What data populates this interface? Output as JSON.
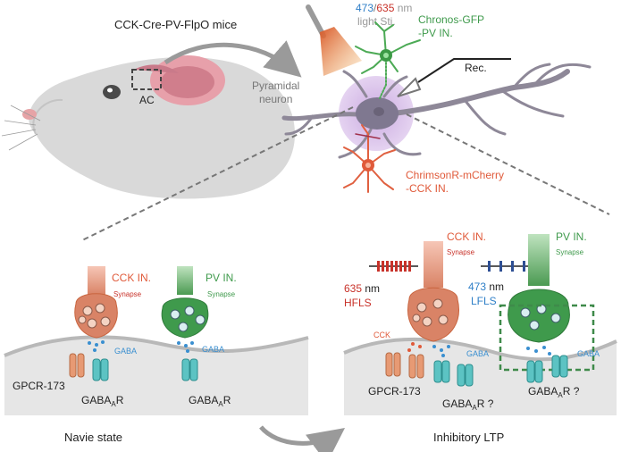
{
  "mouse": {
    "title": "CCK-Cre-PV-FlpO mice",
    "region": "AC"
  },
  "light": {
    "wl_blue": "473",
    "slash": "/",
    "wl_red": "635",
    "unit": " nm",
    "line2": "light Sti."
  },
  "neurons": {
    "pv_line1": "Chronos-GFP",
    "pv_line2": "-PV IN.",
    "pyr_line1": "Pyramidal",
    "pyr_line2": "neuron",
    "rec": "Rec.",
    "cck_line1": "ChrimsonR-mCherry",
    "cck_line2": "-CCK IN."
  },
  "naive": {
    "cck": "CCK IN.",
    "cck_syn": "Synapse",
    "pv": "PV IN.",
    "pv_syn": "Synapse",
    "gaba1": "GABA",
    "gaba2": "GABA",
    "gpcr": "GPCR-173",
    "gabaar1_main": "GABA",
    "gabaar1_sub": "A",
    "gabaar1_end": "R",
    "gabaar2_main": "GABA",
    "gabaar2_sub": "A",
    "gabaar2_end": "R",
    "caption": "Navie state"
  },
  "ltp": {
    "cck": "CCK IN.",
    "cck_syn": "Synapse",
    "pv": "PV IN.",
    "pv_syn": "Synapse",
    "red_wl": "635",
    "red_unit": " nm",
    "red_mode": "HFLS",
    "blue_wl": "473",
    "blue_unit": " nm",
    "blue_mode": "LFLS",
    "cck_label": "CCK",
    "gaba1": "GABA",
    "gaba2": "GABA",
    "gpcr": "GPCR-173",
    "gabaar1_main": "GABA",
    "gabaar1_sub": "A",
    "gabaar1_end": "R ?",
    "gabaar2_main": "GABA",
    "gabaar2_sub": "A",
    "gabaar2_end": "R ?",
    "caption": "Inhibitory LTP"
  },
  "colors": {
    "cck": "#e05a3a",
    "pv": "#3f9a4c",
    "gaba": "#3a8fd0",
    "receptor": "#5cc3c3",
    "gpcr": "#e79a74",
    "pyramidal": "#8a7e9a",
    "halo": "#c9a6dc"
  }
}
